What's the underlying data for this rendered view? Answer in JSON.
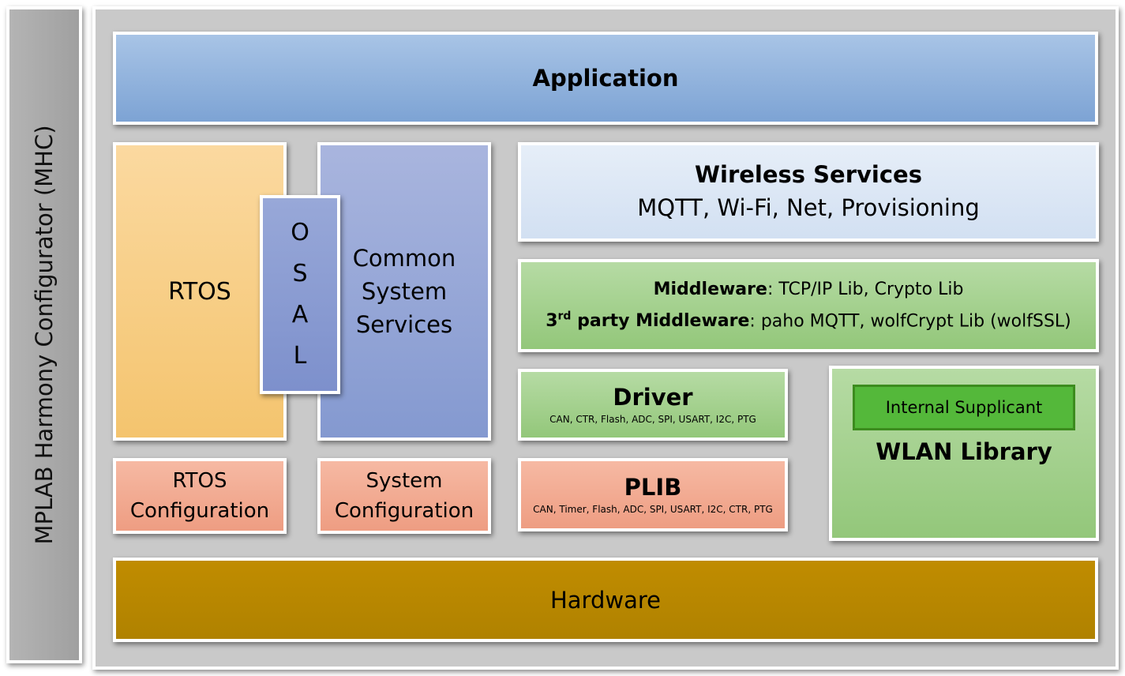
{
  "side_label": "MPLAB Harmony Configurator (MHC)",
  "application": "Application",
  "rtos": "RTOS",
  "osal": [
    "O",
    "S",
    "A",
    "L"
  ],
  "common_system_services": [
    "Common",
    "System",
    "Services"
  ],
  "wireless_services": {
    "title": "Wireless Services",
    "subtitle": "MQTT, Wi-Fi, Net, Provisioning"
  },
  "middleware": {
    "line1_bold": "Middleware",
    "line1_rest": ": TCP/IP Lib, Crypto Lib",
    "line2_num": "3",
    "line2_sup": "rd",
    "line2_bold": " party Middleware",
    "line2_rest": ": paho MQTT, wolfCrypt Lib (wolfSSL)"
  },
  "driver": {
    "title": "Driver",
    "items": "CAN, CTR, Flash, ADC, SPI, USART, I2C, PTG"
  },
  "wlan": {
    "supplicant": "Internal Supplicant",
    "title": "WLAN Library"
  },
  "rtos_configuration": [
    "RTOS",
    "Configuration"
  ],
  "system_configuration": [
    "System",
    "Configuration"
  ],
  "plib": {
    "title": "PLIB",
    "items": "CAN, Timer, Flash, ADC, SPI, USART, I2C, CTR, PTG"
  },
  "hardware": "Hardware",
  "colors": {
    "application": "#7da3d4",
    "rtos": "#f4c46e",
    "osal": "#7d90cc",
    "common_system_services": "#8499d0",
    "wireless_services": "#d2e0f2",
    "middleware": "#93c77a",
    "configuration": "#ee9d82",
    "supplicant": "#54b83a",
    "hardware": "#b08200",
    "frame": "#c9c9c9",
    "side": "#a0a0a0"
  }
}
